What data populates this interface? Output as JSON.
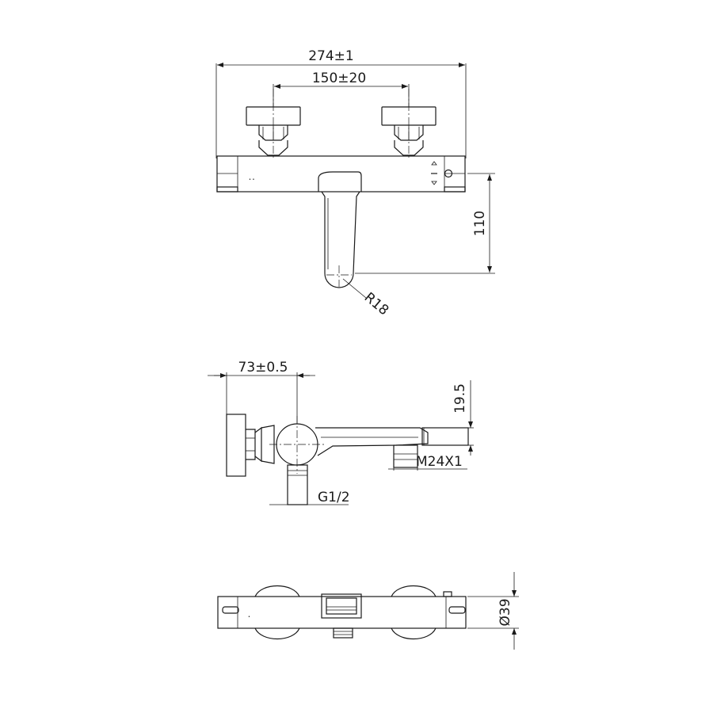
{
  "dimensions": {
    "overall_width": "274±1",
    "handle_spacing": "150±20",
    "spout_height": "110",
    "spout_radius": "R18",
    "wall_offset": "73±0.5",
    "top_offset": "19.5",
    "outlet_thread": "M24X1",
    "inlet_thread": "G1/2",
    "diameter": "Ø39"
  }
}
